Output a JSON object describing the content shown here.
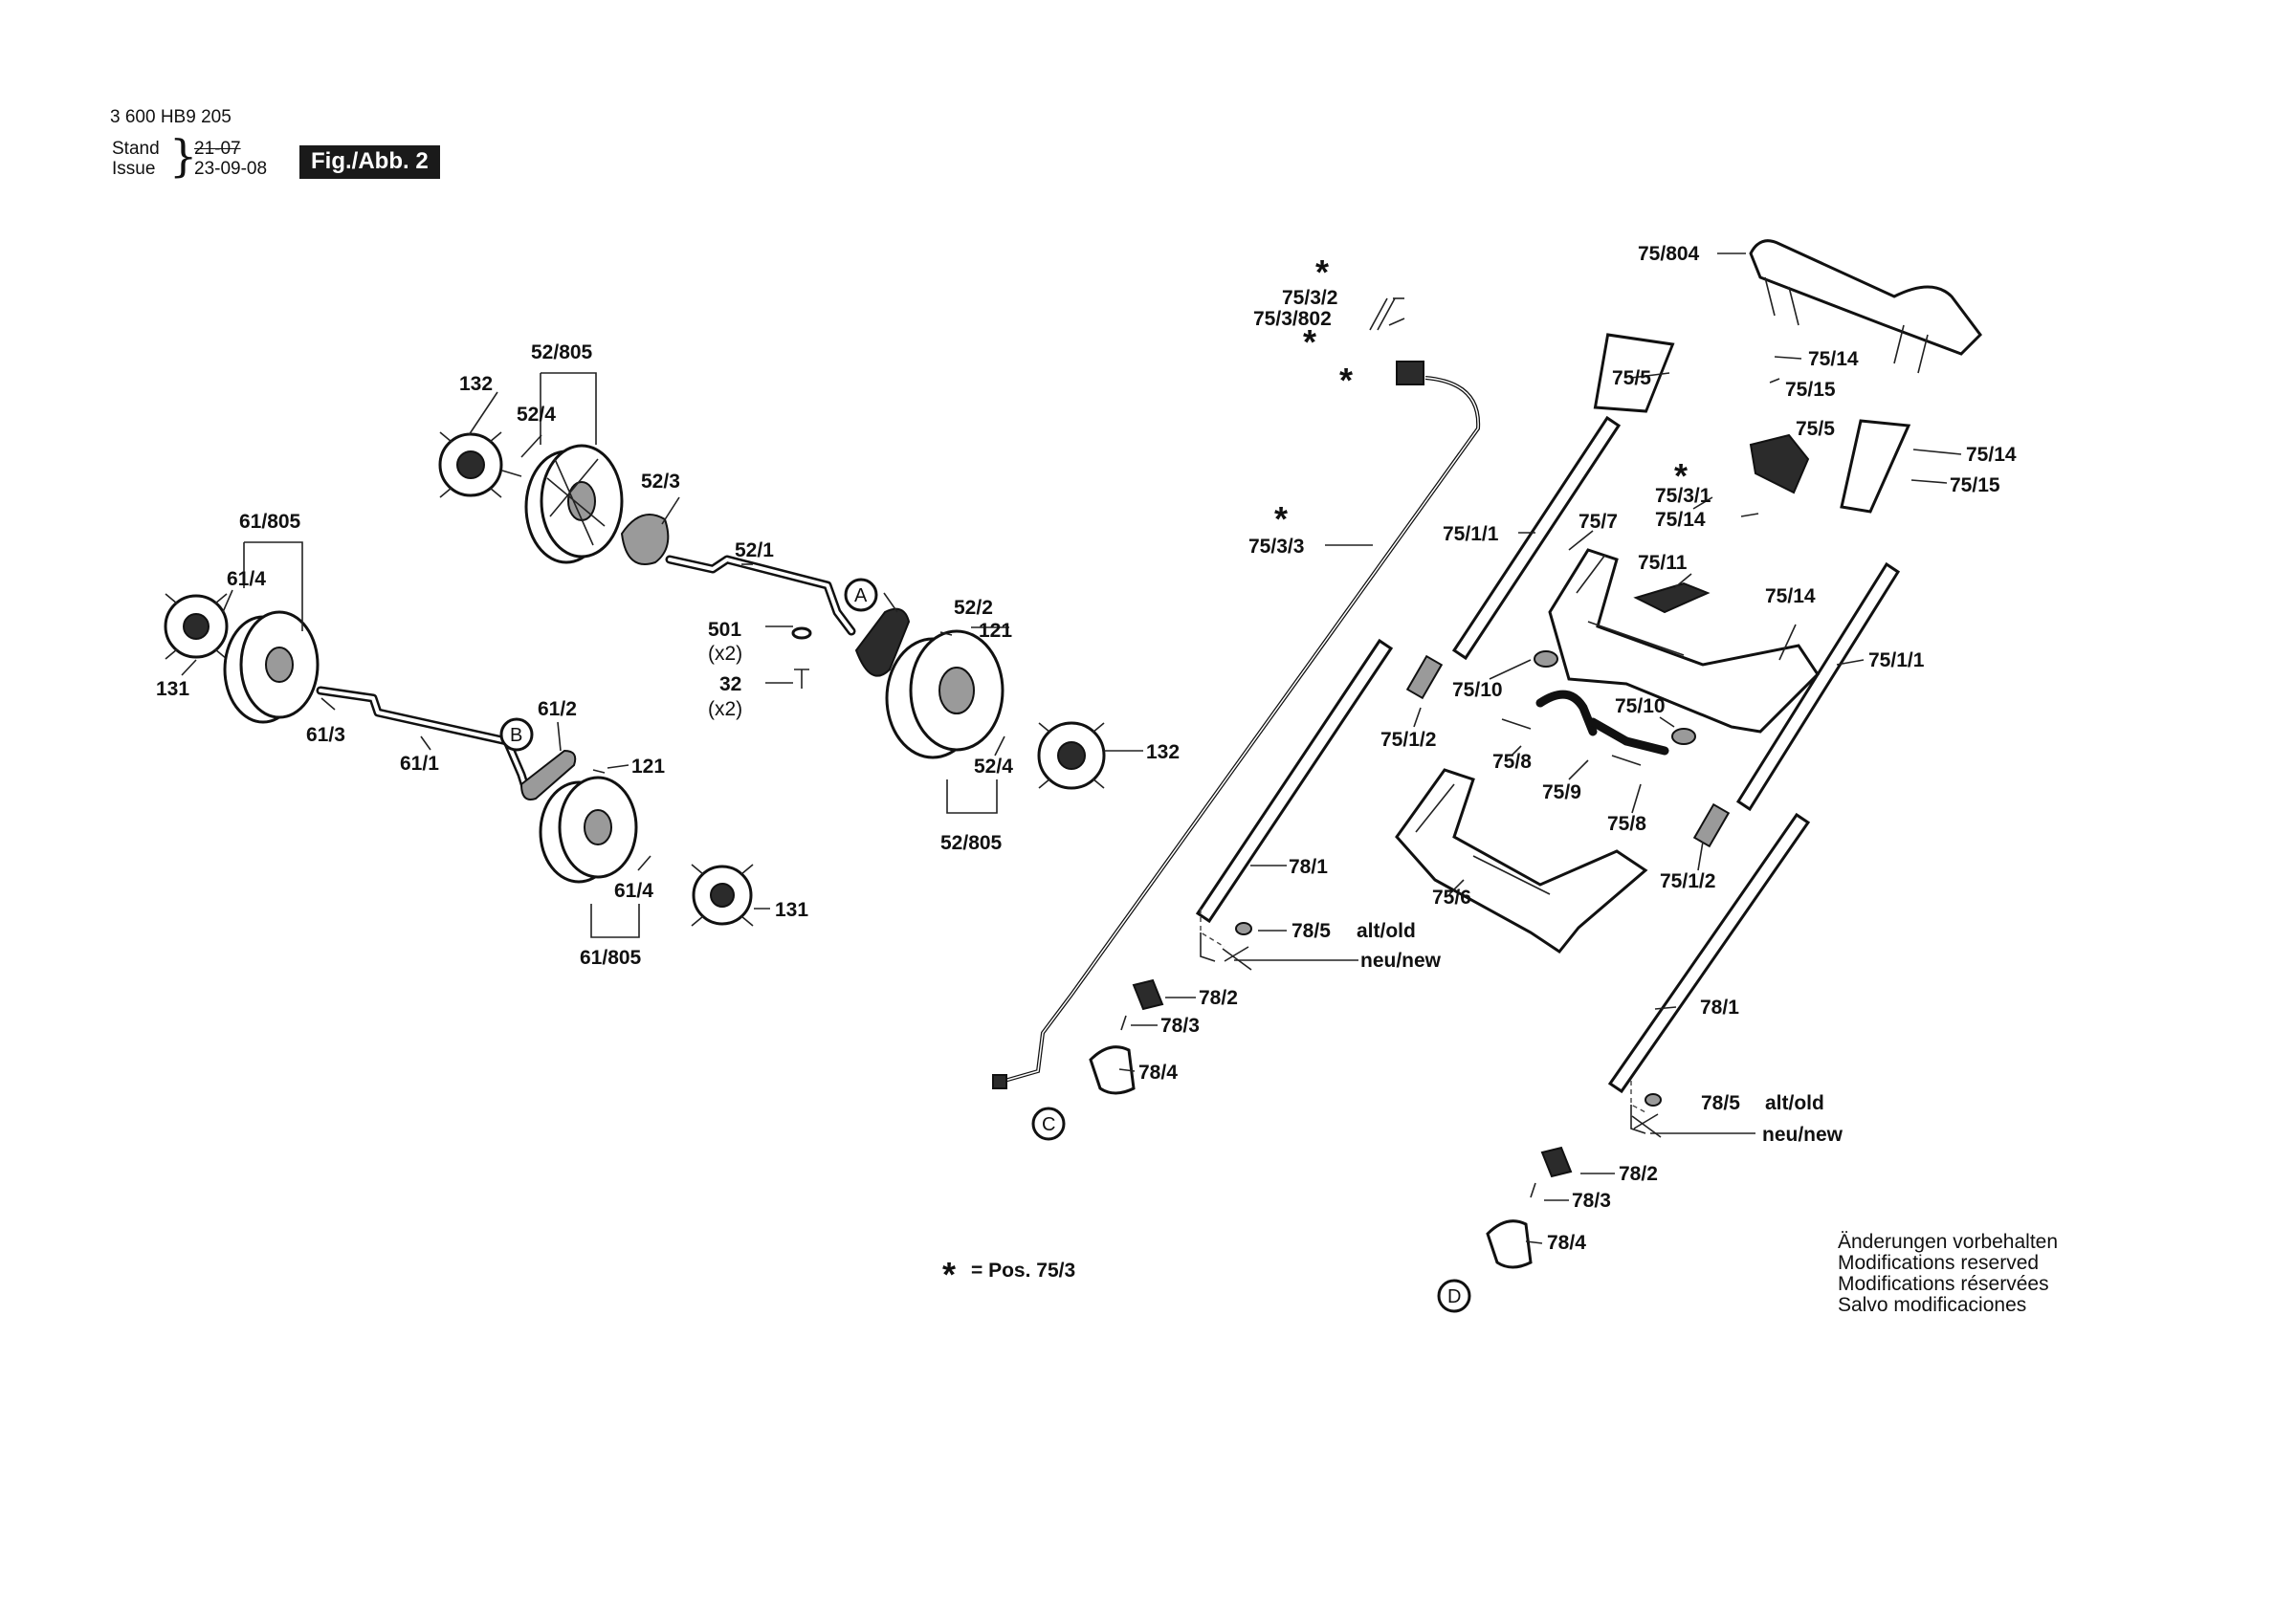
{
  "header": {
    "code": "3 600 HB9 205",
    "stand_label": "Stand",
    "issue_label": "Issue",
    "stand_old": "21-07",
    "issue_date": "23-09-08",
    "figure": "Fig./Abb. 2"
  },
  "labels": {
    "l52_805_top": "52/805",
    "l132_top": "132",
    "l52_4_top": "52/4",
    "l52_3": "52/3",
    "l52_1": "52/1",
    "lA": "A",
    "l52_2": "52/2",
    "l121_top": "121",
    "l501": "501",
    "lx2a": "(x2)",
    "l32": "32",
    "lx2b": "(x2)",
    "l132_bot": "132",
    "l52_4_bot": "52/4",
    "l52_805_bot": "52/805",
    "l61_805_top": "61/805",
    "l61_4_top": "61/4",
    "l131_left": "131",
    "l61_3": "61/3",
    "l61_1": "61/1",
    "lB": "B",
    "l61_2": "61/2",
    "l121_bot": "121",
    "l61_4_bot": "61/4",
    "l131_bot": "131",
    "l61_805_bot": "61/805",
    "l75_3_2": "75/3/2",
    "l75_3_802": "75/3/802",
    "l75_3_3": "75/3/3",
    "l75_1_1_left": "75/1/1",
    "l75_1_2_left": "75/1/2",
    "l78_1_left": "78/1",
    "l78_5_left": "78/5",
    "l_altold_left": "alt/old",
    "l_neunew_left": "neu/new",
    "l78_2_left": "78/2",
    "l78_3_left": "78/3",
    "l78_4_left": "78/4",
    "lC": "C",
    "l75_804": "75/804",
    "l75_5_top": "75/5",
    "l75_14_top": "75/14",
    "l75_15_top": "75/15",
    "l75_5_right": "75/5",
    "l75_14_right": "75/14",
    "l75_15_right": "75/15",
    "l75_3_1": "75/3/1",
    "l75_14_mid": "75/14",
    "l75_7": "75/7",
    "l75_11": "75/11",
    "l75_14_low": "75/14",
    "l75_1_1_right": "75/1/1",
    "l75_10_left": "75/10",
    "l75_10_right": "75/10",
    "l75_8_left": "75/8",
    "l75_9": "75/9",
    "l75_8_right": "75/8",
    "l75_1_2_right": "75/1/2",
    "l75_6": "75/6",
    "l78_1_right": "78/1",
    "l78_5_right": "78/5",
    "l_altold_right": "alt/old",
    "l_neunew_right": "neu/new",
    "l78_2_right": "78/2",
    "l78_3_right": "78/3",
    "l78_4_right": "78/4",
    "lD": "D",
    "legend_pos": "= Pos. 75/3",
    "star": "*"
  },
  "notes": [
    "Änderungen vorbehalten",
    "Modifications reserved",
    "Modifications réservées",
    "Salvo modificaciones"
  ],
  "icons": [
    "wheel-icon",
    "hub-cap-icon",
    "axle-icon",
    "handle-bar-icon",
    "tube-icon",
    "cable-icon",
    "clip-icon",
    "screw-icon"
  ]
}
